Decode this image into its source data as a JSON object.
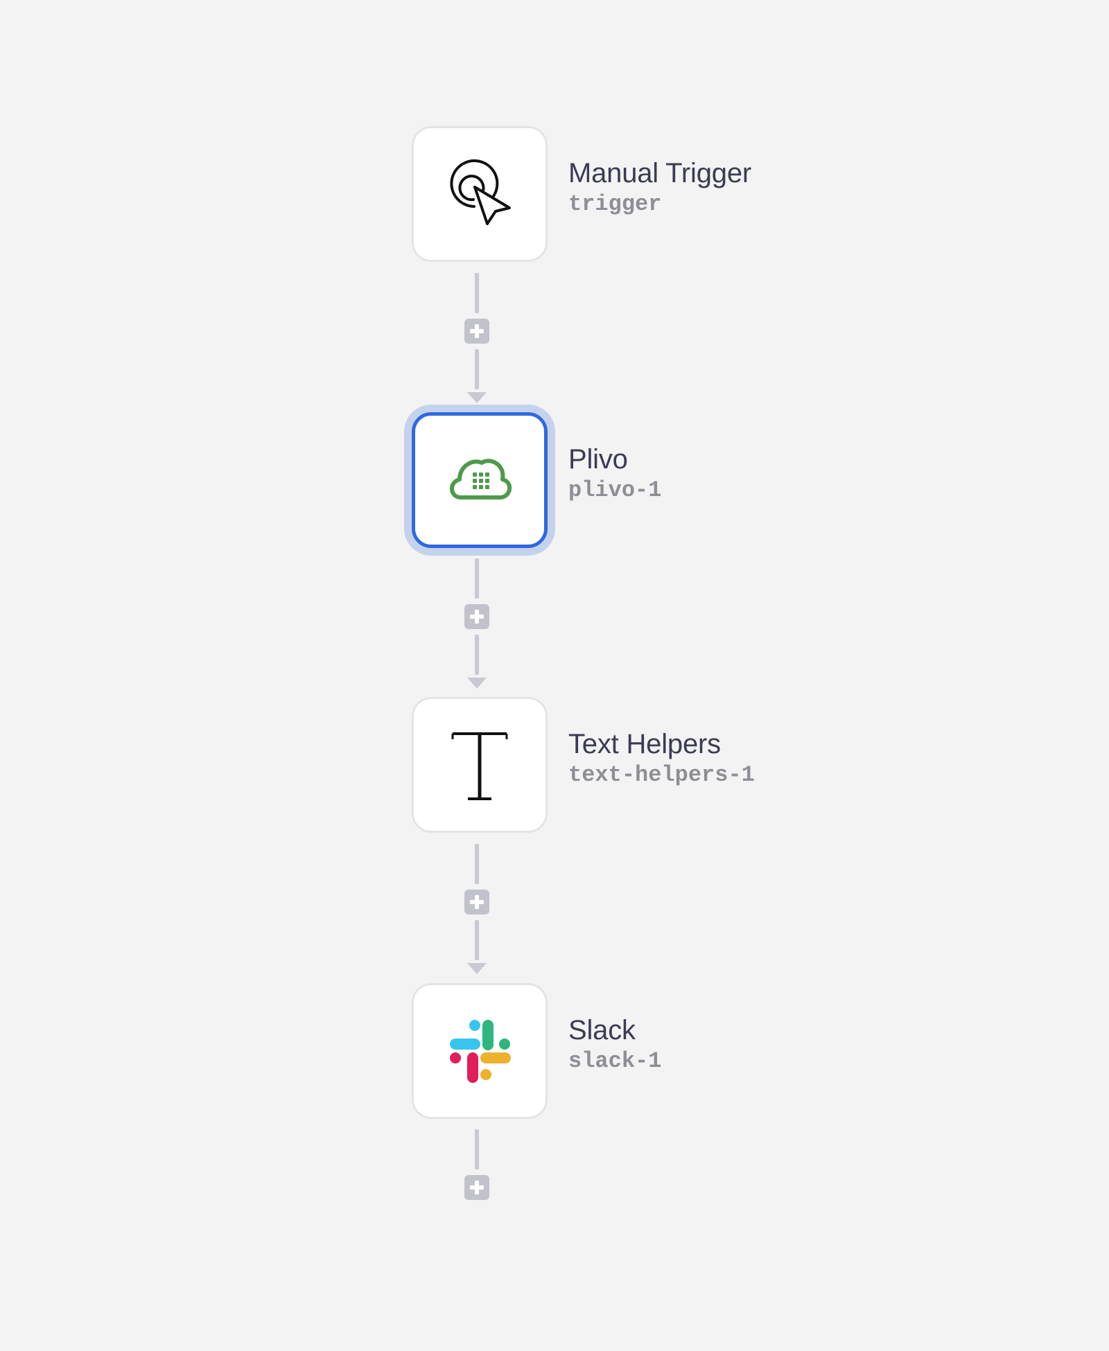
{
  "workflow": {
    "nodes": [
      {
        "title": "Manual Trigger",
        "id": "trigger",
        "icon": "cursor-click-icon"
      },
      {
        "title": "Plivo",
        "id": "plivo-1",
        "icon": "plivo-cloud-icon",
        "selected": true
      },
      {
        "title": "Text Helpers",
        "id": "text-helpers-1",
        "icon": "text-t-icon"
      },
      {
        "title": "Slack",
        "id": "slack-1",
        "icon": "slack-logo-icon"
      }
    ]
  },
  "colors": {
    "canvas_background": "#f3f3f3",
    "selected_border": "#2f68e0",
    "plivo_green": "#4e9a4b",
    "slack_blue": "#36c5f0",
    "slack_green": "#2eb67d",
    "slack_red": "#e01e5a",
    "slack_yellow": "#ecb22e"
  }
}
